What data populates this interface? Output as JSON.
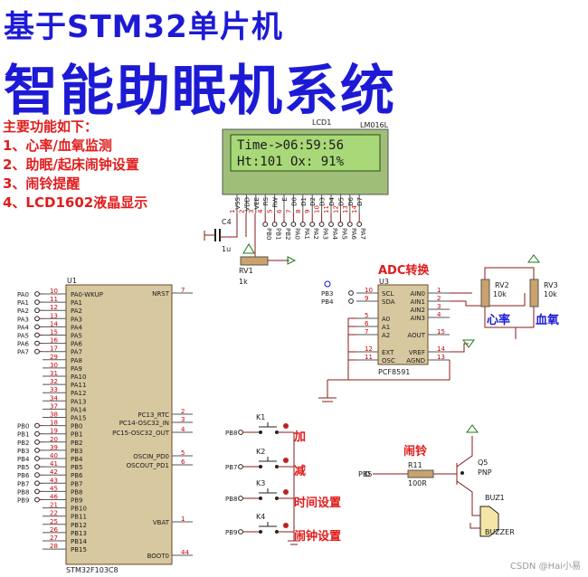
{
  "title_line1": "基于STM32单片机",
  "title_line2": "智能助眠机系统",
  "features": {
    "heading": "主要功能如下：",
    "items": [
      "1、心率/血氧监测",
      "2、助眠/起床闹钟设置",
      "3、闹铃提醒",
      "4、LCD1602液晶显示"
    ]
  },
  "lcd": {
    "ref": "LCD1",
    "model": "LM016L",
    "line1": "Time->06:59:56",
    "line2": "Ht:101   Ox: 91%",
    "pins": [
      "VSS",
      "VDD",
      "VEE",
      "RS",
      "RW",
      "E",
      "D0",
      "D1",
      "D2",
      "D3",
      "D4",
      "D5",
      "D6",
      "D7"
    ],
    "nums": [
      "1",
      "2",
      "3",
      "4",
      "5",
      "6",
      "7",
      "8",
      "9",
      "10",
      "11",
      "12",
      "13",
      "14"
    ],
    "nets": [
      "PB0",
      "PB1",
      "PB2",
      "PA0",
      "PA1",
      "PA2",
      "PA3",
      "PA4",
      "PA5",
      "PA6",
      "PA7"
    ]
  },
  "cap": {
    "ref": "C4",
    "value": "1u"
  },
  "rv1": {
    "ref": "RV1",
    "value": "1k"
  },
  "mcu": {
    "ref": "U1",
    "part": "STM32F103C8",
    "left_pins": [
      {
        "net": "PA0",
        "num": "10",
        "name": "PA0-WKUP"
      },
      {
        "net": "PA1",
        "num": "11",
        "name": "PA1"
      },
      {
        "net": "PA2",
        "num": "12",
        "name": "PA2"
      },
      {
        "net": "PA3",
        "num": "13",
        "name": "PA3"
      },
      {
        "net": "PA4",
        "num": "14",
        "name": "PA4"
      },
      {
        "net": "PA5",
        "num": "15",
        "name": "PA5"
      },
      {
        "net": "PA6",
        "num": "16",
        "name": "PA6"
      },
      {
        "net": "PA7",
        "num": "17",
        "name": "PA7"
      },
      {
        "net": "",
        "num": "29",
        "name": "PA8"
      },
      {
        "net": "",
        "num": "30",
        "name": "PA9"
      },
      {
        "net": "",
        "num": "31",
        "name": "PA10"
      },
      {
        "net": "",
        "num": "32",
        "name": "PA11"
      },
      {
        "net": "",
        "num": "33",
        "name": "PA12"
      },
      {
        "net": "",
        "num": "34",
        "name": "PA13"
      },
      {
        "net": "",
        "num": "37",
        "name": "PA14"
      },
      {
        "net": "",
        "num": "38",
        "name": "PA15"
      },
      {
        "net": "PB0",
        "num": "18",
        "name": "PB0"
      },
      {
        "net": "PB1",
        "num": "19",
        "name": "PB1"
      },
      {
        "net": "PB2",
        "num": "20",
        "name": "PB2"
      },
      {
        "net": "PB3",
        "num": "39",
        "name": "PB3"
      },
      {
        "net": "PB4",
        "num": "40",
        "name": "PB4"
      },
      {
        "net": "PB5",
        "num": "41",
        "name": "PB5"
      },
      {
        "net": "PB6",
        "num": "42",
        "name": "PB6"
      },
      {
        "net": "PB7",
        "num": "43",
        "name": "PB7"
      },
      {
        "net": "PB8",
        "num": "45",
        "name": "PB8"
      },
      {
        "net": "PB9",
        "num": "46",
        "name": "PB9"
      },
      {
        "net": "",
        "num": "21",
        "name": "PB10"
      },
      {
        "net": "",
        "num": "22",
        "name": "PB11"
      },
      {
        "net": "",
        "num": "25",
        "name": "PB12"
      },
      {
        "net": "",
        "num": "26",
        "name": "PB13"
      },
      {
        "net": "",
        "num": "27",
        "name": "PB14"
      },
      {
        "net": "",
        "num": "28",
        "name": "PB15"
      }
    ],
    "right_pins": [
      {
        "name": "NRST",
        "num": "7"
      },
      {
        "name": "PC13_RTC",
        "num": "2"
      },
      {
        "name": "PC14-OSC32_IN",
        "num": "3"
      },
      {
        "name": "PC15-OSC32_OUT",
        "num": "4"
      },
      {
        "name": "OSCIN_PD0",
        "num": "5"
      },
      {
        "name": "OSCOUT_PD1",
        "num": "6"
      },
      {
        "name": "VBAT",
        "num": "1"
      },
      {
        "name": "BOOT0",
        "num": "44"
      }
    ]
  },
  "adc": {
    "label": "ADC转换",
    "ref": "U3",
    "part": "PCF8591",
    "left_pins": [
      {
        "num": "10",
        "name": "SCL",
        "net": "PB3"
      },
      {
        "num": "9",
        "name": "SDA",
        "net": "PB4"
      },
      {
        "num": "5",
        "name": "A0",
        "net": ""
      },
      {
        "num": "6",
        "name": "A1",
        "net": ""
      },
      {
        "num": "7",
        "name": "A2",
        "net": ""
      },
      {
        "num": "12",
        "name": "EXT",
        "net": ""
      },
      {
        "num": "11",
        "name": "OSC",
        "net": ""
      }
    ],
    "right_pins": [
      {
        "num": "1",
        "name": "AIN0"
      },
      {
        "num": "2",
        "name": "AIN1"
      },
      {
        "num": "3",
        "name": "AIN2"
      },
      {
        "num": "4",
        "name": "AIN3"
      },
      {
        "num": "15",
        "name": "AOUT"
      },
      {
        "num": "14",
        "name": "VREF"
      },
      {
        "num": "13",
        "name": "AGND"
      }
    ]
  },
  "rv2": {
    "ref": "RV2",
    "value": "10k",
    "label": "心率"
  },
  "rv3": {
    "ref": "RV3",
    "value": "10k",
    "label": "血氧"
  },
  "keys": [
    {
      "ref": "K1",
      "net": "PB8",
      "label": "加"
    },
    {
      "ref": "K2",
      "net": "PB7",
      "label": "减"
    },
    {
      "ref": "K3",
      "net": "PB8",
      "label": "时间设置"
    },
    {
      "ref": "K4",
      "net": "PB9",
      "label": "闹钟设置"
    }
  ],
  "alarm": {
    "label": "闹铃",
    "net": "PB5",
    "resistor_ref": "R11",
    "resistor_value": "100R",
    "transistor_ref": "Q5",
    "transistor_type": "PNP",
    "buzzer_ref": "BUZ1",
    "buzzer_type": "BUZZER"
  },
  "watermark": "CSDN @Hai小易"
}
